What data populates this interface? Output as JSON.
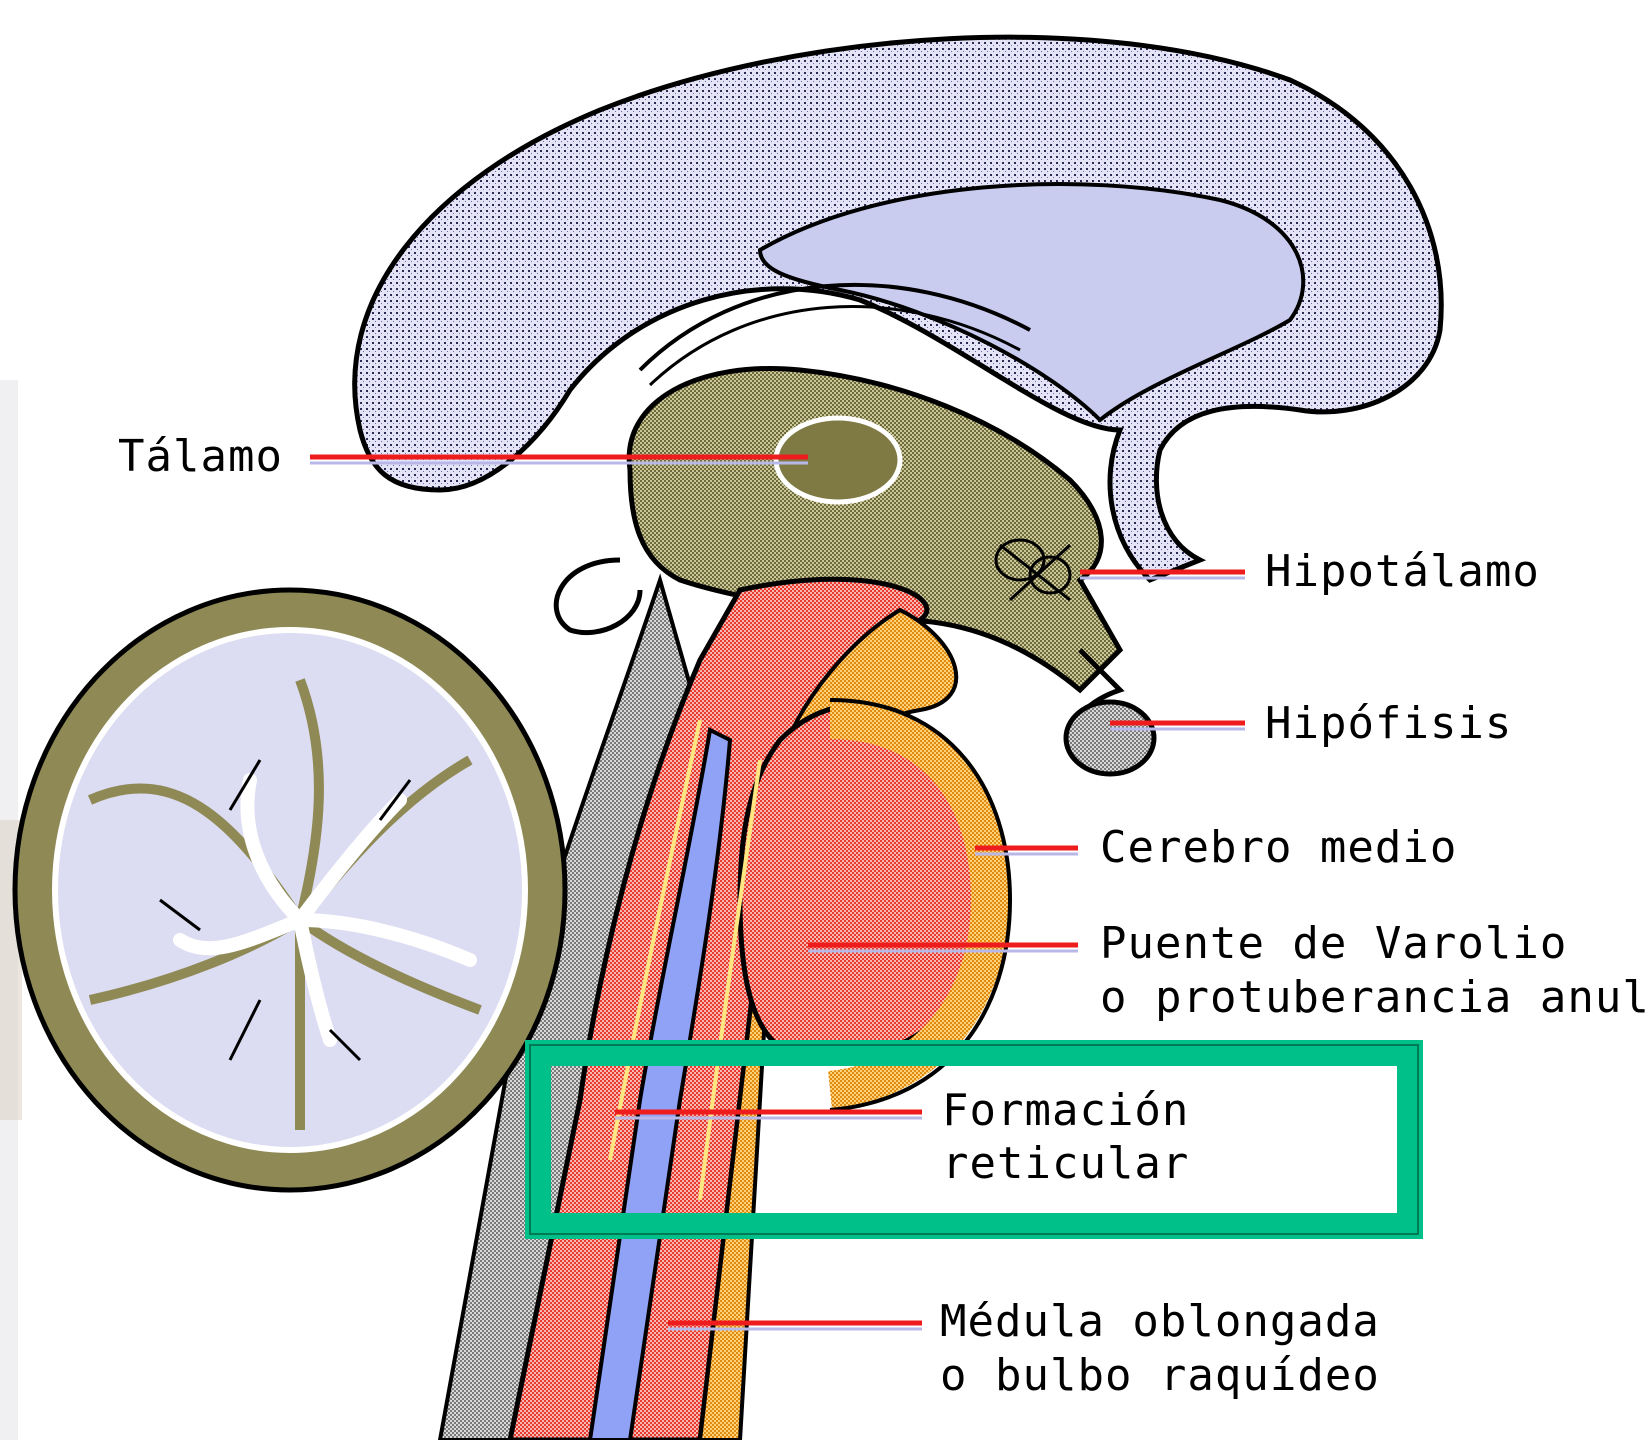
{
  "colors": {
    "outline": "#000000",
    "cortex_fill": "#dcdcf2",
    "ventricle_fill": "#c9ccef",
    "thalamus_fill": "#bfbe8e",
    "thalamus_dark": "#7f7a43",
    "cerebellum_grey": "#8f8a55",
    "cerebellum_white": "#dcdcf2",
    "brainstem_red": "#e8443a",
    "brainstem_orange": "#f2a020",
    "canal_blue": "#8fa2f5",
    "leader_red": "#ee1c1c",
    "highlight_box": "#00c08a"
  },
  "labels": {
    "talamo": "Tálamo",
    "hipotalamo": "Hipotálamo",
    "hipofisis": "Hipófisis",
    "cerebro_medio": "Cerebro medio",
    "puente_1": "Puente de Varolio",
    "puente_2": "o protuberancia anular",
    "formacion_1": "Formación",
    "formacion_2": "reticular",
    "medula_1": "Médula oblongada",
    "medula_2": "o bulbo raquídeo"
  },
  "highlight": "formacion_reticular"
}
